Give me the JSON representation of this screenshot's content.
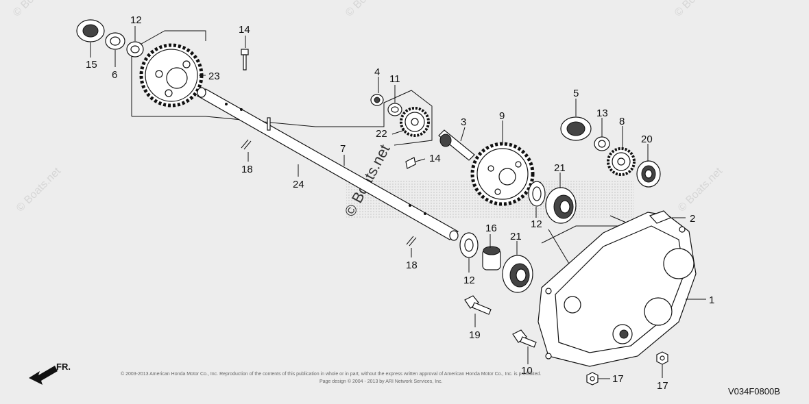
{
  "diagram": {
    "code": "V034F0800B",
    "direction_label": "FR.",
    "watermark": "© Boats.net",
    "copyright_line1": "© 2003-2013 American Honda Motor Co., Inc. Reproduction of the contents of this publication in whole or in part, without the express written approval of American Honda Motor Co., Inc. is prohibited.",
    "copyright_line2": "Page design © 2004 - 2013 by ARI Network Services, Inc."
  },
  "callouts": {
    "c1": "1",
    "c2": "2",
    "c3": "3",
    "c4": "4",
    "c5": "5",
    "c6": "6",
    "c7": "7",
    "c8": "8",
    "c9": "9",
    "c10": "10",
    "c11": "11",
    "c12a": "12",
    "c12b": "12",
    "c12c": "12",
    "c13": "13",
    "c14a": "14",
    "c14b": "14",
    "c15": "15",
    "c16": "16",
    "c17a": "17",
    "c17b": "17",
    "c18a": "18",
    "c18b": "18",
    "c19": "19",
    "c20": "20",
    "c21a": "21",
    "c21b": "21",
    "c22": "22",
    "c23": "23",
    "c24": "24"
  }
}
